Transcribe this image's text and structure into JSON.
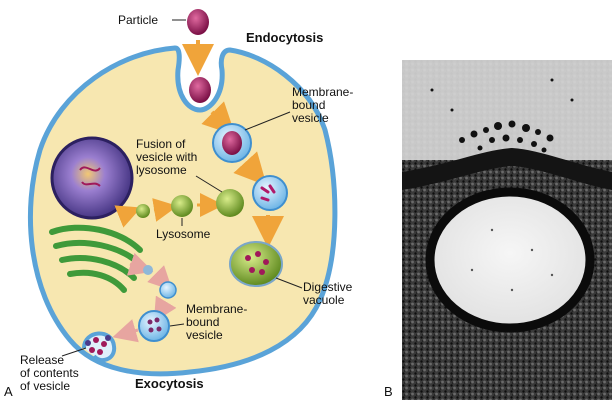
{
  "panels": {
    "a": "A",
    "b": "B"
  },
  "titles": {
    "endocytosis": "Endocytosis",
    "exocytosis": "Exocytosis"
  },
  "labels": {
    "particle": "Particle",
    "membrane_bound_top": [
      "Membrane-",
      "bound",
      "vesicle"
    ],
    "fusion": [
      "Fusion of",
      "vesicle with",
      "lysosome"
    ],
    "lysosome": "Lysosome",
    "digestive": [
      "Digestive",
      "vacuole"
    ],
    "membrane_bound_bottom": [
      "Membrane-",
      "bound",
      "vesicle"
    ],
    "release": [
      "Release",
      "of contents",
      "of vesicle"
    ]
  },
  "colors": {
    "cytoplasm": "#f7e7b0",
    "membrane": "#5aa3d8",
    "particle": "#a0195a",
    "lysosome": "#8cb33a",
    "golgi": "#3f9a3a",
    "arrow": "#f0a43a",
    "nucleus": "#4a3a8a"
  }
}
